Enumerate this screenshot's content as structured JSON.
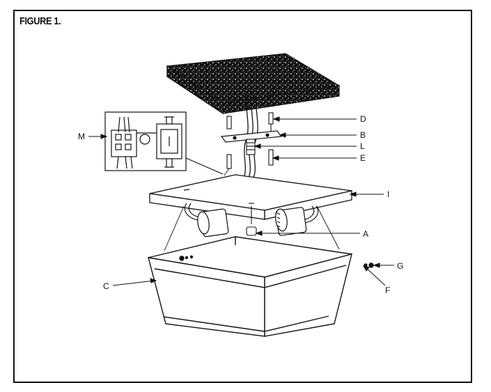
{
  "figure": {
    "title": "FIGURE 1.",
    "labels": [
      {
        "id": "A"
      },
      {
        "id": "B"
      },
      {
        "id": "C"
      },
      {
        "id": "D"
      },
      {
        "id": "E"
      },
      {
        "id": "F"
      },
      {
        "id": "G"
      },
      {
        "id": "I"
      },
      {
        "id": "L"
      },
      {
        "id": "M"
      }
    ]
  },
  "colors": {
    "line": "#111111",
    "background": "#ffffff"
  }
}
